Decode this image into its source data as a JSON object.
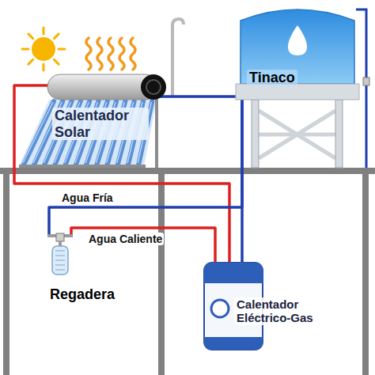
{
  "diagram": {
    "nodes": [
      {
        "text": [
          "Calentador Solar"
        ]
      },
      {
        "text": [
          "Tinaco"
        ]
      },
      {
        "text": [
          "Regadera"
        ]
      },
      {
        "text": [
          "Calentador Eléctrico-Gas"
        ]
      }
    ],
    "edges": [
      {
        "from": 1,
        "to": 0,
        "arrow": "none"
      },
      {
        "from": 0,
        "to": 3,
        "arrow": "none"
      },
      {
        "from": 1,
        "to": 2,
        "label": "Agua Fría",
        "arrow": "none"
      },
      {
        "from": 3,
        "to": 2,
        "label": "Agua Caliente",
        "arrow": "none"
      },
      {
        "from": 1,
        "to": 3,
        "arrow": "none"
      }
    ]
  }
}
